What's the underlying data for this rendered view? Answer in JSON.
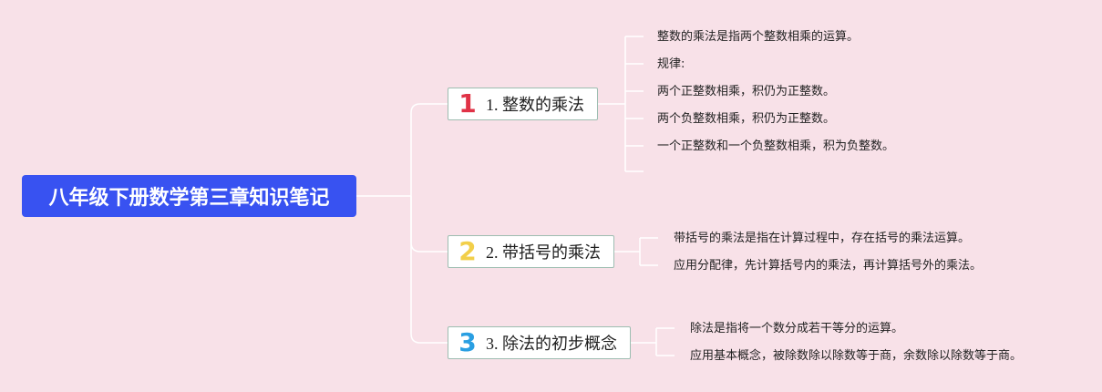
{
  "root": {
    "title": "八年级下册数学第三章知识笔记"
  },
  "branches": [
    {
      "number": "1",
      "label": "1. 整数的乘法",
      "color": "#e03246",
      "leaves": [
        "整数的乘法是指两个整数相乘的运算。",
        "规律:",
        "两个正整数相乘，积仍为正整数。",
        "两个负整数相乘，积仍为正整数。",
        "一个正整数和一个负整数相乘，积为负整数。",
        ""
      ]
    },
    {
      "number": "2",
      "label": "2. 带括号的乘法",
      "color": "#f2cf4a",
      "leaves": [
        "带括号的乘法是指在计算过程中，存在括号的乘法运算。",
        "应用分配律，先计算括号内的乘法，再计算括号外的乘法。"
      ]
    },
    {
      "number": "3",
      "label": "3. 除法的初步概念",
      "color": "#2a9fe2",
      "leaves": [
        "除法是指将一个数分成若干等分的运算。",
        "应用基本概念，被除数除以除数等于商，余数除以除数等于商。"
      ]
    }
  ],
  "colors": {
    "background": "#f8e1e8",
    "root_fill": "#3852f1",
    "branch_border": "#9dbdb1",
    "connector": "#ffffff"
  }
}
